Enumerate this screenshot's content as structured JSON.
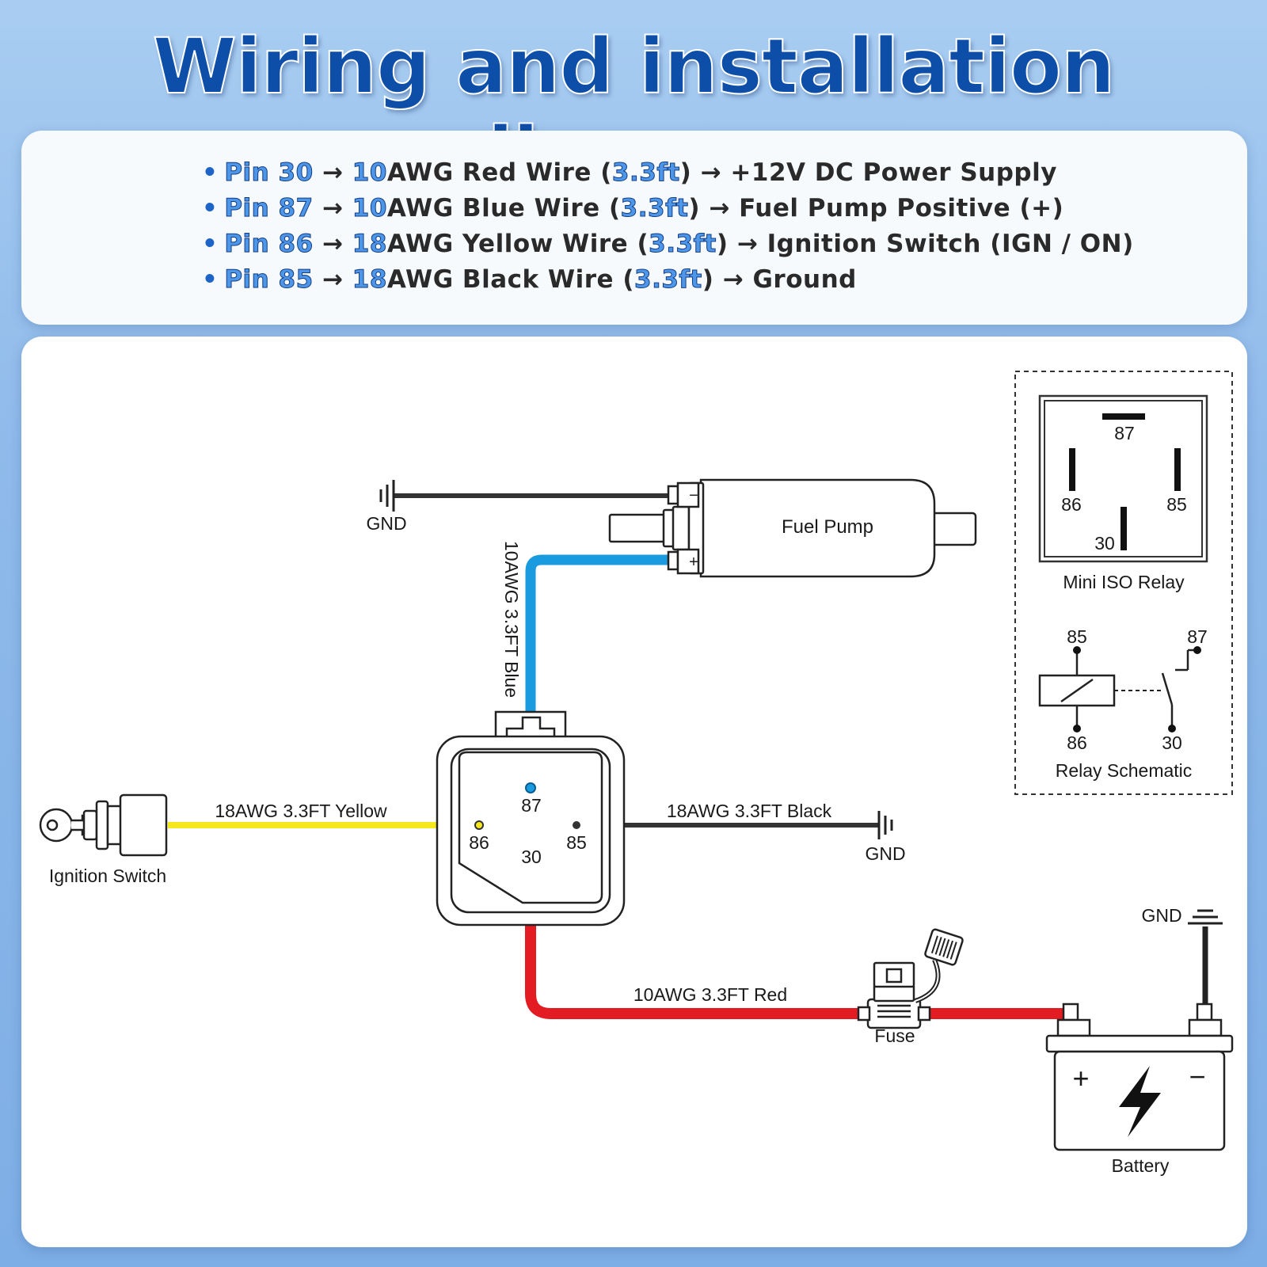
{
  "title": "Wiring and installation diagram",
  "legend": [
    {
      "pin": "Pin 30",
      "gauge": "10",
      "wire": "AWG Red Wire (",
      "length": "3.3ft",
      "close": ")",
      "dest": "+12V DC Power Supply"
    },
    {
      "pin": "Pin 87",
      "gauge": "10",
      "wire": "AWG Blue Wire (",
      "length": "3.3ft",
      "close": ")",
      "dest": "Fuel Pump Positive (+)"
    },
    {
      "pin": "Pin 86",
      "gauge": "18",
      "wire": "AWG Yellow Wire (",
      "length": "3.3ft",
      "close": ")",
      "dest": "Ignition Switch (IGN / ON)"
    },
    {
      "pin": "Pin 85",
      "gauge": "18",
      "wire": "AWG Black Wire (",
      "length": "3.3ft",
      "close": ")",
      "dest": " Ground"
    }
  ],
  "arrow": "→",
  "diagram": {
    "fuel_pump": "Fuel Pump",
    "pump_minus": "−",
    "pump_plus": "+",
    "gnd_pump": "GND",
    "gnd_black": "GND",
    "gnd_battery": "GND",
    "blue_wire": "10AWG 3.3FT Blue",
    "yellow_wire": "18AWG 3.3FT Yellow",
    "black_wire": "18AWG 3.3FT Black",
    "red_wire": "10AWG 3.3FT Red",
    "ignition_switch": "Ignition Switch",
    "fuse": "Fuse",
    "battery": "Battery",
    "battery_plus": "+",
    "battery_minus": "−",
    "relay_pins": {
      "p87": "87",
      "p86": "86",
      "p85": "85",
      "p30": "30"
    }
  },
  "relay_info": {
    "mini_iso_label": "Mini ISO Relay",
    "iso_pins": {
      "p87": "87",
      "p86": "86",
      "p85": "85",
      "p30": "30"
    },
    "schematic_label": "Relay Schematic",
    "schematic_pins": {
      "p85": "85",
      "p87": "87",
      "p86": "86",
      "p30": "30"
    }
  },
  "colors": {
    "title": "#0d4ea8",
    "red_wire": "#e31b23",
    "blue_wire": "#1a9be0",
    "yellow_wire": "#f7e81e",
    "black_wire": "#333333",
    "pin_highlight": "#4d96e8"
  }
}
